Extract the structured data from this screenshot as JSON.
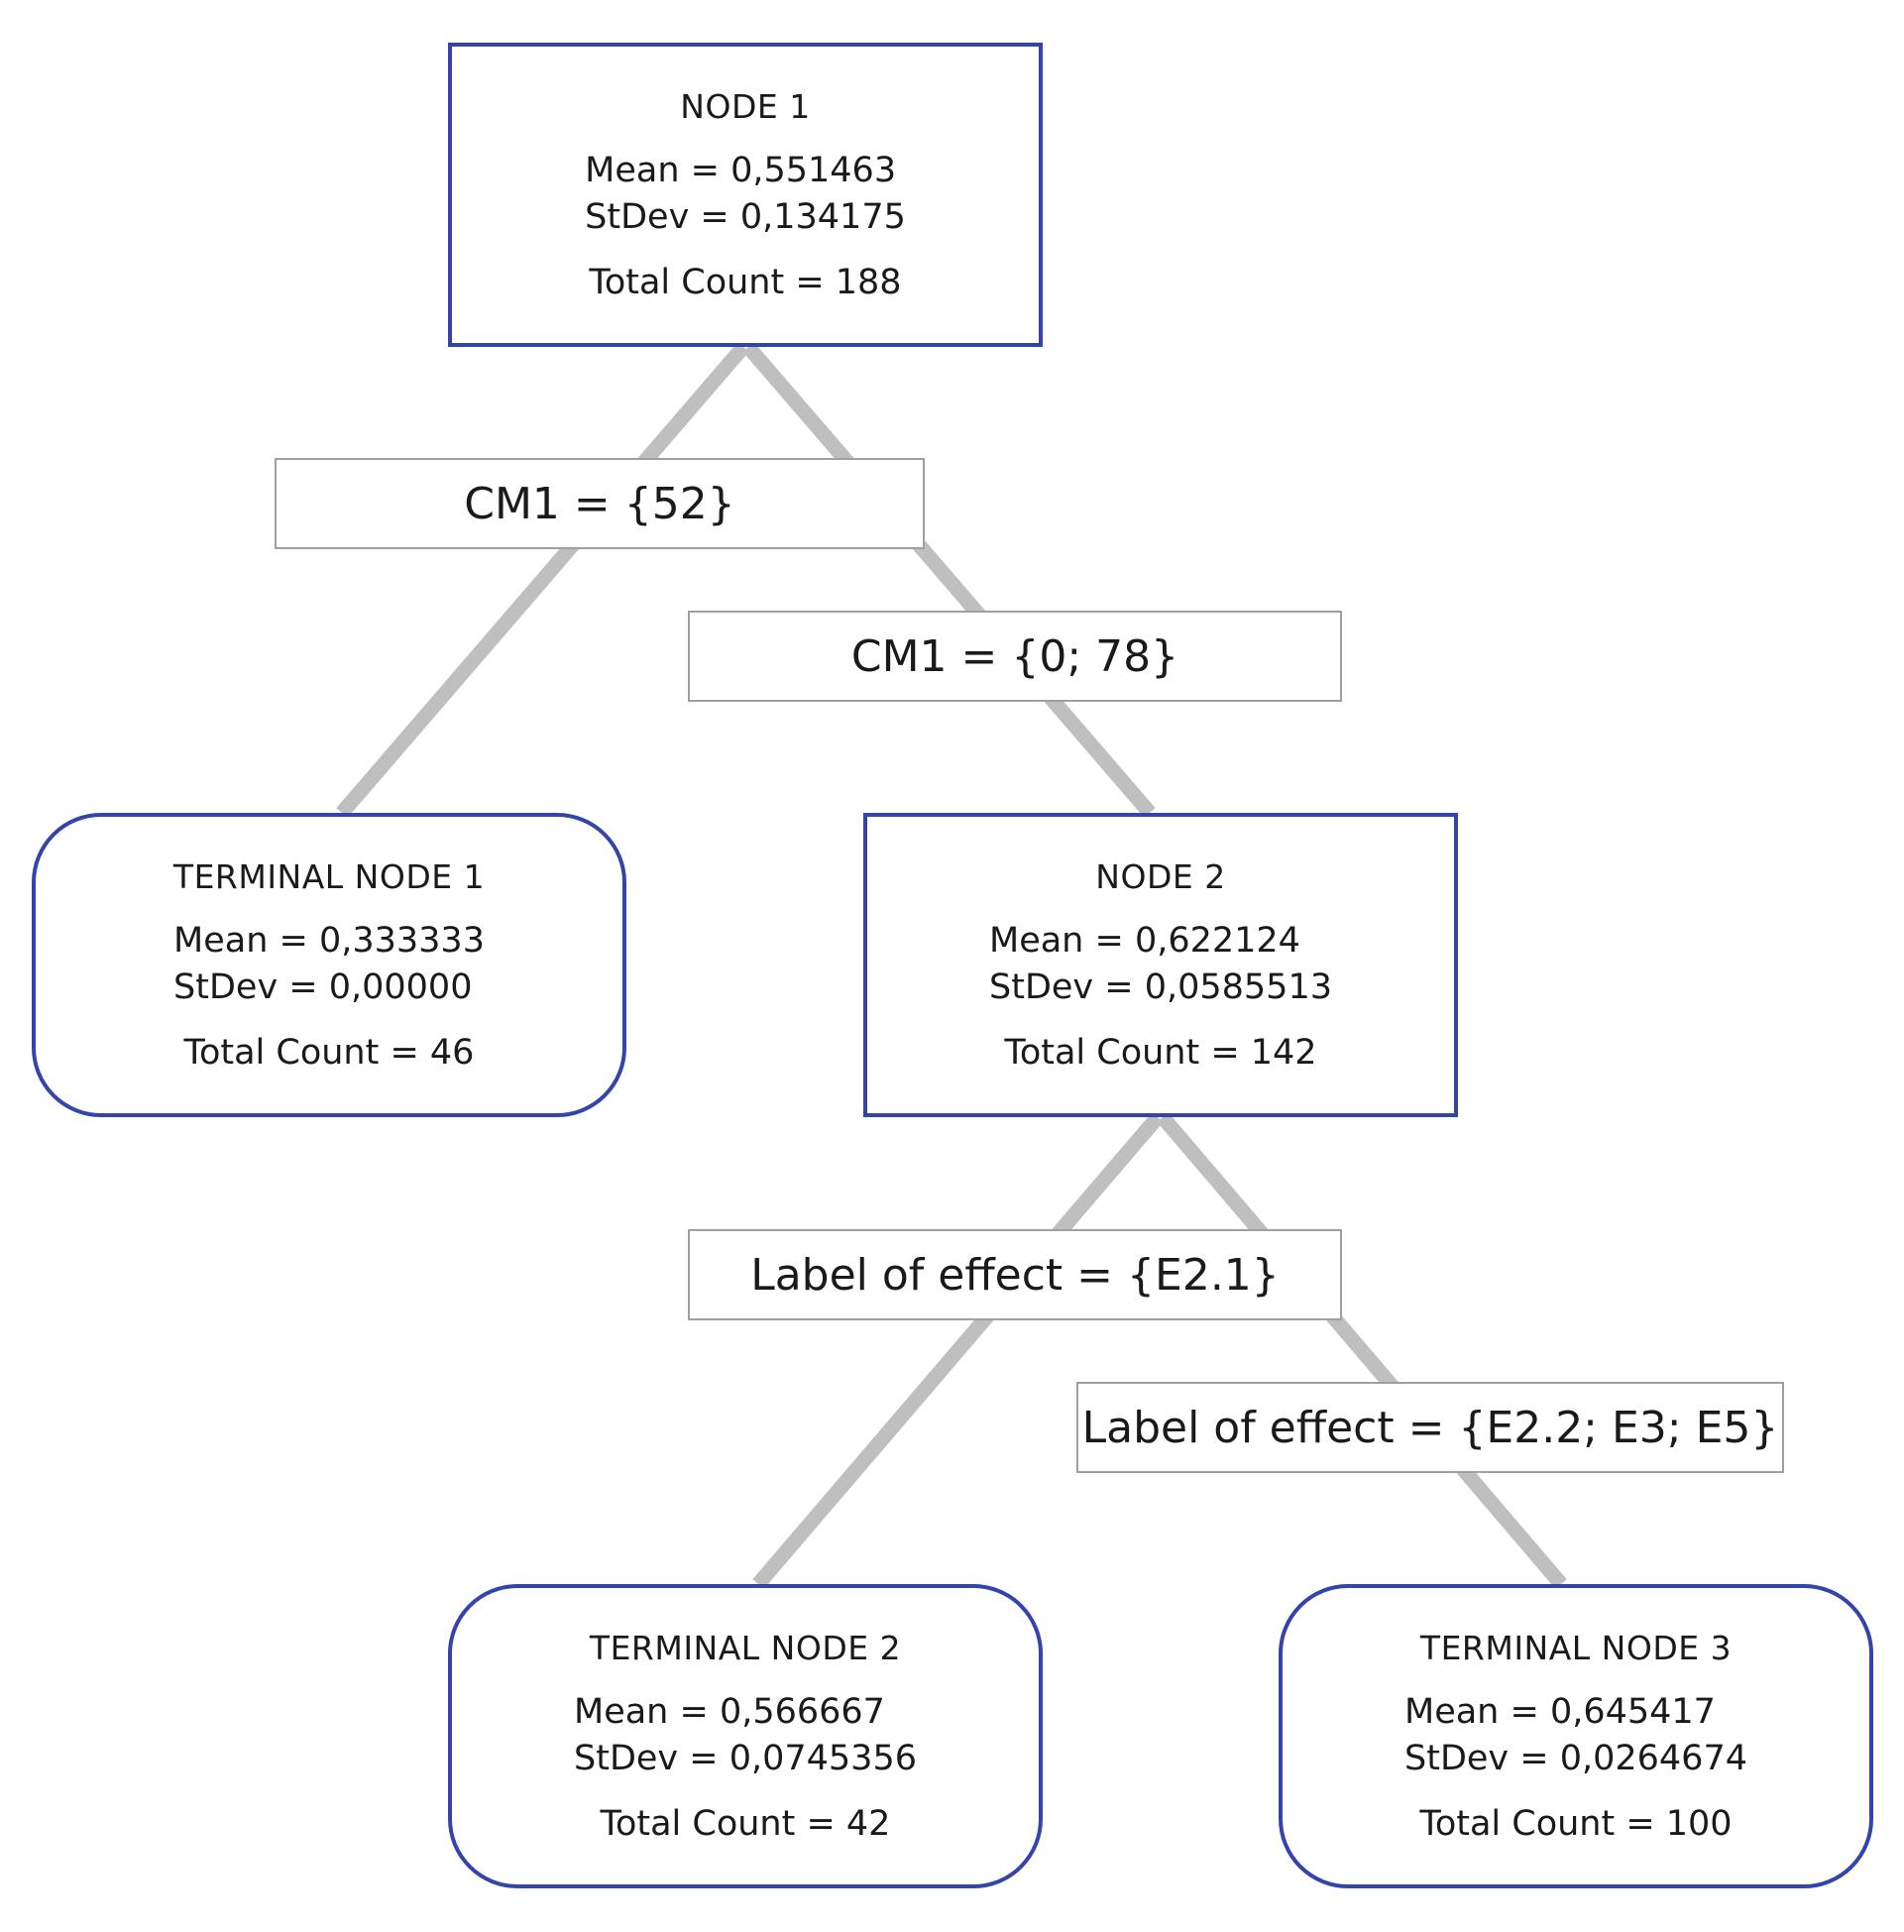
{
  "colors": {
    "node_border": "#3344aa",
    "edge": "#bfbfbf",
    "condition_border": "#a0a0a0"
  },
  "nodes": {
    "node1": {
      "title": "NODE 1",
      "mean": "Mean = 0,551463",
      "stdev": "StDev = 0,134175",
      "count": "Total Count = 188"
    },
    "terminal1": {
      "title": "TERMINAL NODE 1",
      "mean": "Mean = 0,333333",
      "stdev": "StDev = 0,00000",
      "count": "Total Count = 46"
    },
    "node2": {
      "title": "NODE 2",
      "mean": "Mean = 0,622124",
      "stdev": "StDev = 0,0585513",
      "count": "Total Count = 142"
    },
    "terminal2": {
      "title": "TERMINAL NODE 2",
      "mean": "Mean = 0,566667",
      "stdev": "StDev = 0,0745356",
      "count": "Total Count = 42"
    },
    "terminal3": {
      "title": "TERMINAL NODE 3",
      "mean": "Mean = 0,645417",
      "stdev": "StDev = 0,0264674",
      "count": "Total Count = 100"
    }
  },
  "conditions": {
    "c1": "CM1 = {52}",
    "c2": "CM1 = {0; 78}",
    "c3": "Label of effect = {E2.1}",
    "c4": "Label of effect = {E2.2; E3; E5}"
  }
}
